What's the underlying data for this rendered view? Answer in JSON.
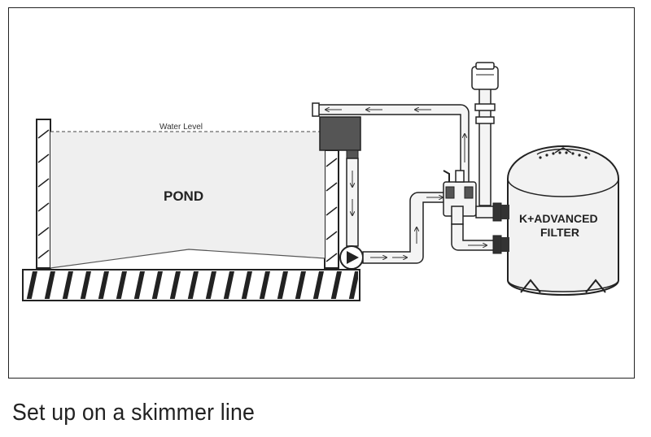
{
  "labels": {
    "water_level": "Water Level",
    "pond": "POND",
    "filter_line1": "K+ADVANCED",
    "filter_line2": "FILTER"
  },
  "caption": "Set up on a skimmer line",
  "colors": {
    "outline": "#222222",
    "water": "#efefef",
    "pipe": "#f4f4f4",
    "filter_body": "#f2f2f2",
    "skimmer": "#555555",
    "ground_hatch": "#222222"
  },
  "icons": [
    "pump-icon",
    "flow-arrow-icon",
    "valve-icon",
    "air-release-icon"
  ]
}
